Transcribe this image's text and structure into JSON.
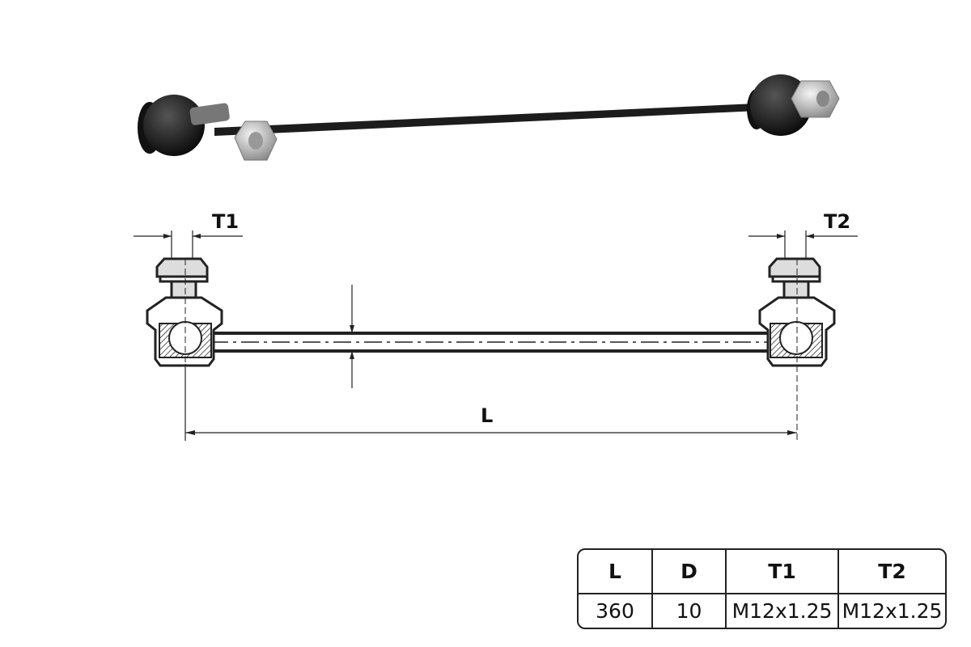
{
  "labels": {
    "t1": "T1",
    "t2": "T2",
    "length": "L"
  },
  "spec_table": {
    "headers": [
      "L",
      "D",
      "T1",
      "T2"
    ],
    "values": [
      "360",
      "10",
      "M12x1.25",
      "M12x1.25"
    ]
  },
  "colors": {
    "line": "#222222",
    "rod": "#1a1a1a",
    "nut": "#c8c8c8"
  }
}
